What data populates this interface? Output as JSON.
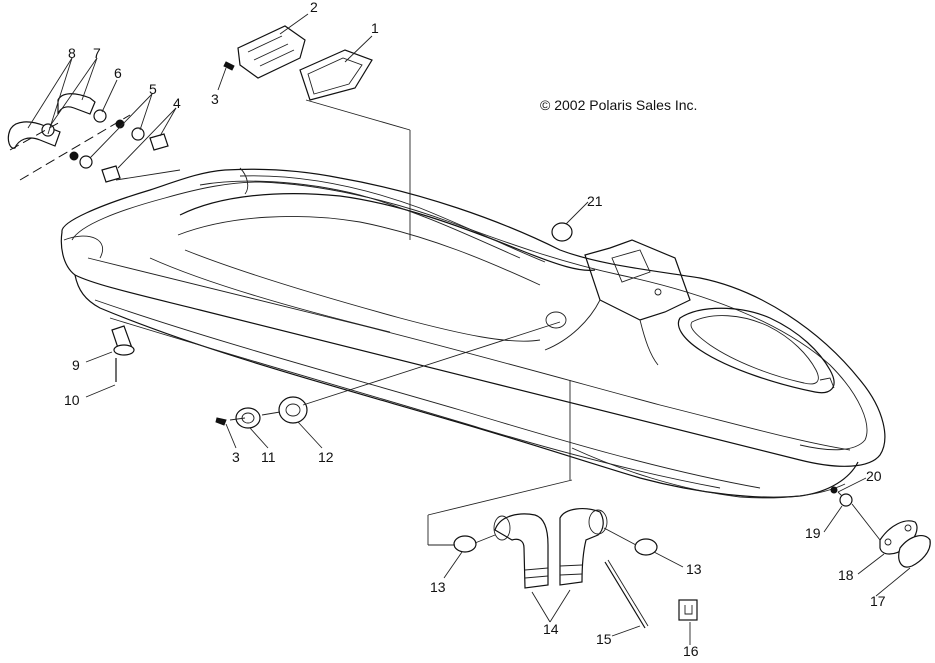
{
  "copyright": "© 2002 Polaris Sales Inc.",
  "callouts": [
    "1",
    "2",
    "3",
    "4",
    "5",
    "6",
    "7",
    "8",
    "9",
    "10",
    "3",
    "11",
    "12",
    "13",
    "13",
    "14",
    "15",
    "16",
    "17",
    "18",
    "19",
    "20",
    "21"
  ]
}
